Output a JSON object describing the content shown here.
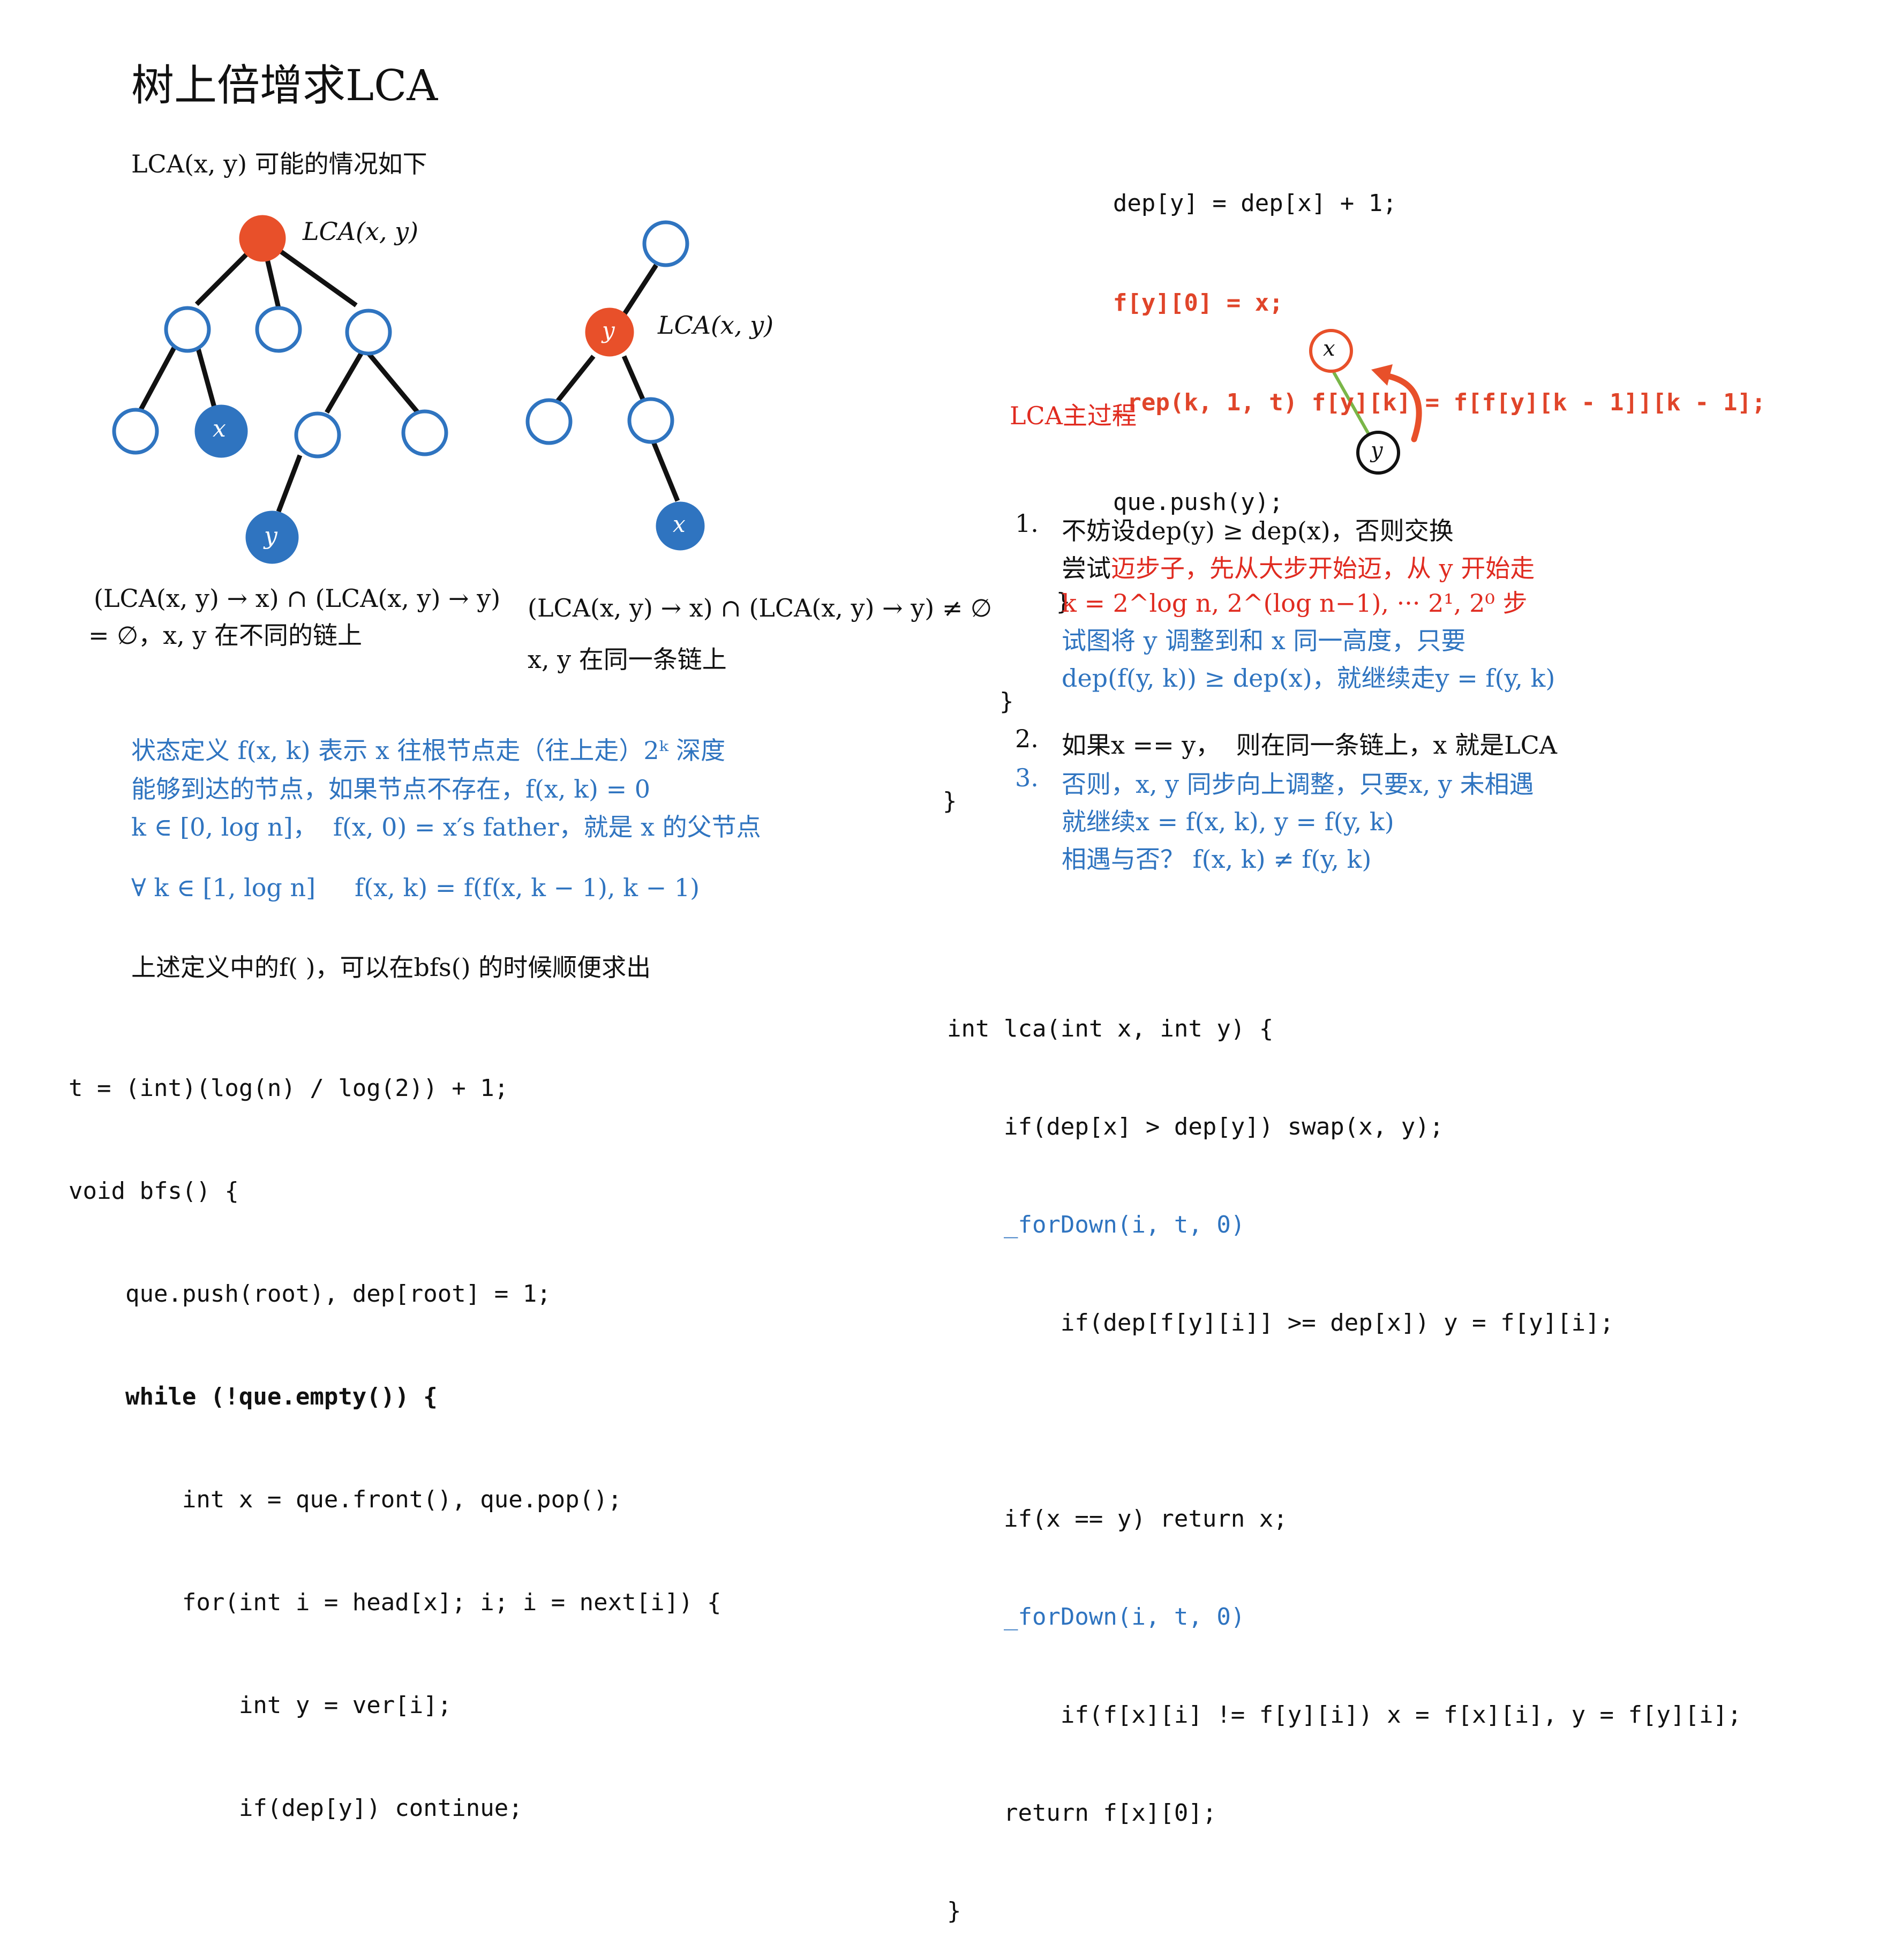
{
  "title": "树上倍增求LCA",
  "intro": "LCA(x, y) 可能的情况如下",
  "tree_left": {
    "root_label": "LCA(x, y)",
    "x_label": "x",
    "y_label": "y",
    "caption_line1": "(LCA(x, y) → x) ∩ (LCA(x, y) → y)",
    "caption_line2": "= ∅，x, y 在不同的链上"
  },
  "tree_right": {
    "lca_label": "LCA(x, y)",
    "y_label": "y",
    "x_label": "x",
    "caption_line1": "(LCA(x, y) → x) ∩ (LCA(x, y) → y) ≠ ∅",
    "caption_line2": "x, y 在同一条链上"
  },
  "state_def": {
    "line1": "状态定义 f(x, k) 表示 x 往根节点走（往上走）2ᵏ 深度",
    "line2": "能够到达的节点，如果节点不存在，f(x, k) = 0",
    "line3": "k ∈ [0, log n]，  f(x, 0) = x′s father，就是 x 的父节点",
    "line4": "∀ k ∈ [1, log n]     f(x, k) = f(f(x, k − 1), k − 1)"
  },
  "bfs_note": "上述定义中的f( )，可以在bfs() 的时候顺便求出",
  "bfs_code": [
    "t = (int)(log(n) / log(2)) + 1;",
    "void bfs() {",
    "    que.push(root), dep[root] = 1;",
    "    while (!que.empty()) {",
    "        int x = que.front(), que.pop();",
    "        for(int i = head[x]; i; i = next[i]) {",
    "            int y = ver[i];",
    "            if(dep[y]) continue;"
  ],
  "bfs_code_cont": [
    "            dep[y] = dep[x] + 1;",
    "            f[y][0] = x;",
    "            _rep(k, 1, t) f[y][k] = f[f[y][k - 1]][k - 1];",
    "            que.push(y);",
    "        }",
    "    }",
    "}"
  ],
  "lca_main": {
    "heading": "LCA主过程",
    "mini_x": "x",
    "mini_y": "y",
    "step1_num": "1.",
    "step1_a": "不妨设dep(y) ≥ dep(x)，否则交换",
    "step1_b_prefix": "尝试",
    "step1_b_red": "迈步子，先从大步开始迈，从 y 开始走",
    "step1_c": "k = 2^log n, 2^(log n−1), ··· 2¹, 2⁰ 步",
    "step1_d": "试图将 y 调整到和 x 同一高度，只要",
    "step1_e": "dep(f(y, k)) ≥ dep(x)，就继续走y = f(y, k)",
    "step2_num": "2.",
    "step2": "如果x == y，  则在同一条链上，x 就是LCA",
    "step3_num": "3.",
    "step3_a": "否则，x, y 同步向上调整，只要x, y 未相遇",
    "step3_b": "就继续x = f(x, k), y = f(y, k)",
    "step3_c": "相遇与否？ f(x, k) ≠ f(y, k)"
  },
  "lca_code": [
    "int lca(int x, int y) {",
    "    if(dep[x] > dep[y]) swap(x, y);",
    "    _forDown(i, t, 0)",
    "        if(dep[f[y][i]] >= dep[x]) y = f[y][i];",
    "",
    "    if(x == y) return x;",
    "    _forDown(i, t, 0)",
    "        if(f[x][i] != f[y][i]) x = f[x][i], y = f[y][i];",
    "    return f[x][0];",
    "}"
  ],
  "colors": {
    "blue": "#2f74c0",
    "red": "#e02b20",
    "node_red": "#e8502a",
    "green_edge": "#7ab648",
    "num": "#c8860a"
  }
}
